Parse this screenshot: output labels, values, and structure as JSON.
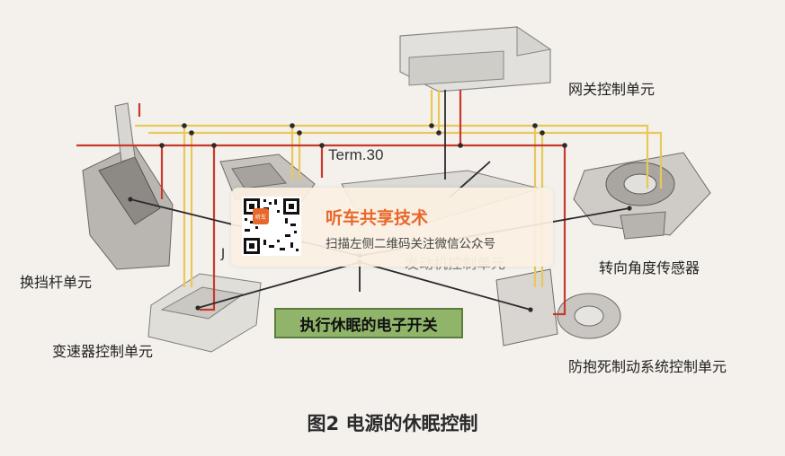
{
  "labels": {
    "gateway": "网关控制单元",
    "term30": "Term.30",
    "shifter": "换挡杆单元",
    "steering_sensor": "转向角度传感器",
    "transmission": "变速器控制单元",
    "abs": "防抱死制动系统控制单元",
    "engine": "发动机控制单元",
    "sleep_switch": "执行休眠的电子开关",
    "j_label": "J"
  },
  "caption": "图2 电源的休眠控制",
  "overlay": {
    "brand": "听车共享技术",
    "subtitle": "扫描左侧二维码关注微信公众号",
    "qr_badge": "听车"
  },
  "colors": {
    "power_line": "#c9392b",
    "bus_line": "#e9c85a",
    "ground_line": "#2b2b2b",
    "switch_fill": "#8fb46a",
    "accent": "#e8682c"
  }
}
